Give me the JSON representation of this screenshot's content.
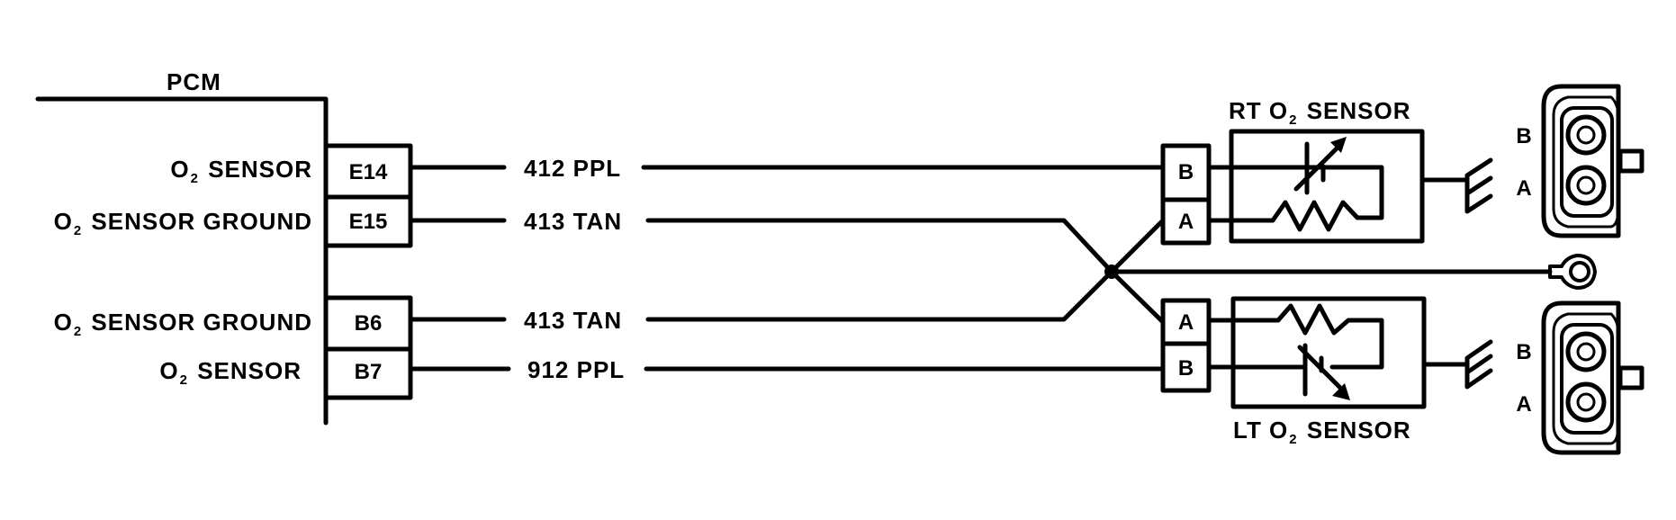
{
  "diagram": {
    "module": {
      "label": "PCM"
    },
    "pcm_pins": [
      {
        "function_prefix": "O",
        "function_sub": "2",
        "function_suffix": "SENSOR",
        "pin": "E14",
        "wire": "412 PPL"
      },
      {
        "function_prefix": "O",
        "function_sub": "2",
        "function_suffix": "SENSOR GROUND",
        "pin": "E15",
        "wire": "413 TAN"
      },
      {
        "function_prefix": "O",
        "function_sub": "2",
        "function_suffix": "SENSOR GROUND",
        "pin": "B6",
        "wire": "413 TAN"
      },
      {
        "function_prefix": "O",
        "function_sub": "2",
        "function_suffix": "SENSOR",
        "pin": "B7",
        "wire": "912 PPL"
      }
    ],
    "sensors": [
      {
        "title_prefix": "RT O",
        "title_sub": "2",
        "title_suffix": "SENSOR",
        "connector_pins": [
          "B",
          "A"
        ],
        "harness_pins": [
          "B",
          "A"
        ]
      },
      {
        "title_prefix": "LT O",
        "title_sub": "2",
        "title_suffix": "SENSOR",
        "connector_pins": [
          "A",
          "B"
        ],
        "harness_pins": [
          "B",
          "A"
        ]
      }
    ],
    "splice": {
      "type": "ground-splice"
    },
    "ground_terminal": {
      "type": "ring-terminal"
    },
    "colors": {
      "line": "#000000",
      "background": "#ffffff"
    }
  }
}
